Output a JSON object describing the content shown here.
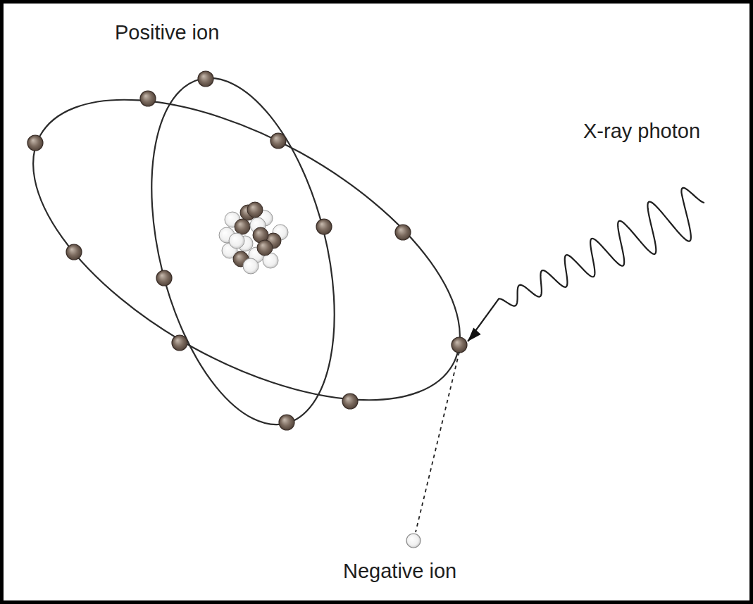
{
  "diagram": {
    "labels": [
      "Positive ion",
      "X-ray photon",
      "Negative ion"
    ]
  }
}
